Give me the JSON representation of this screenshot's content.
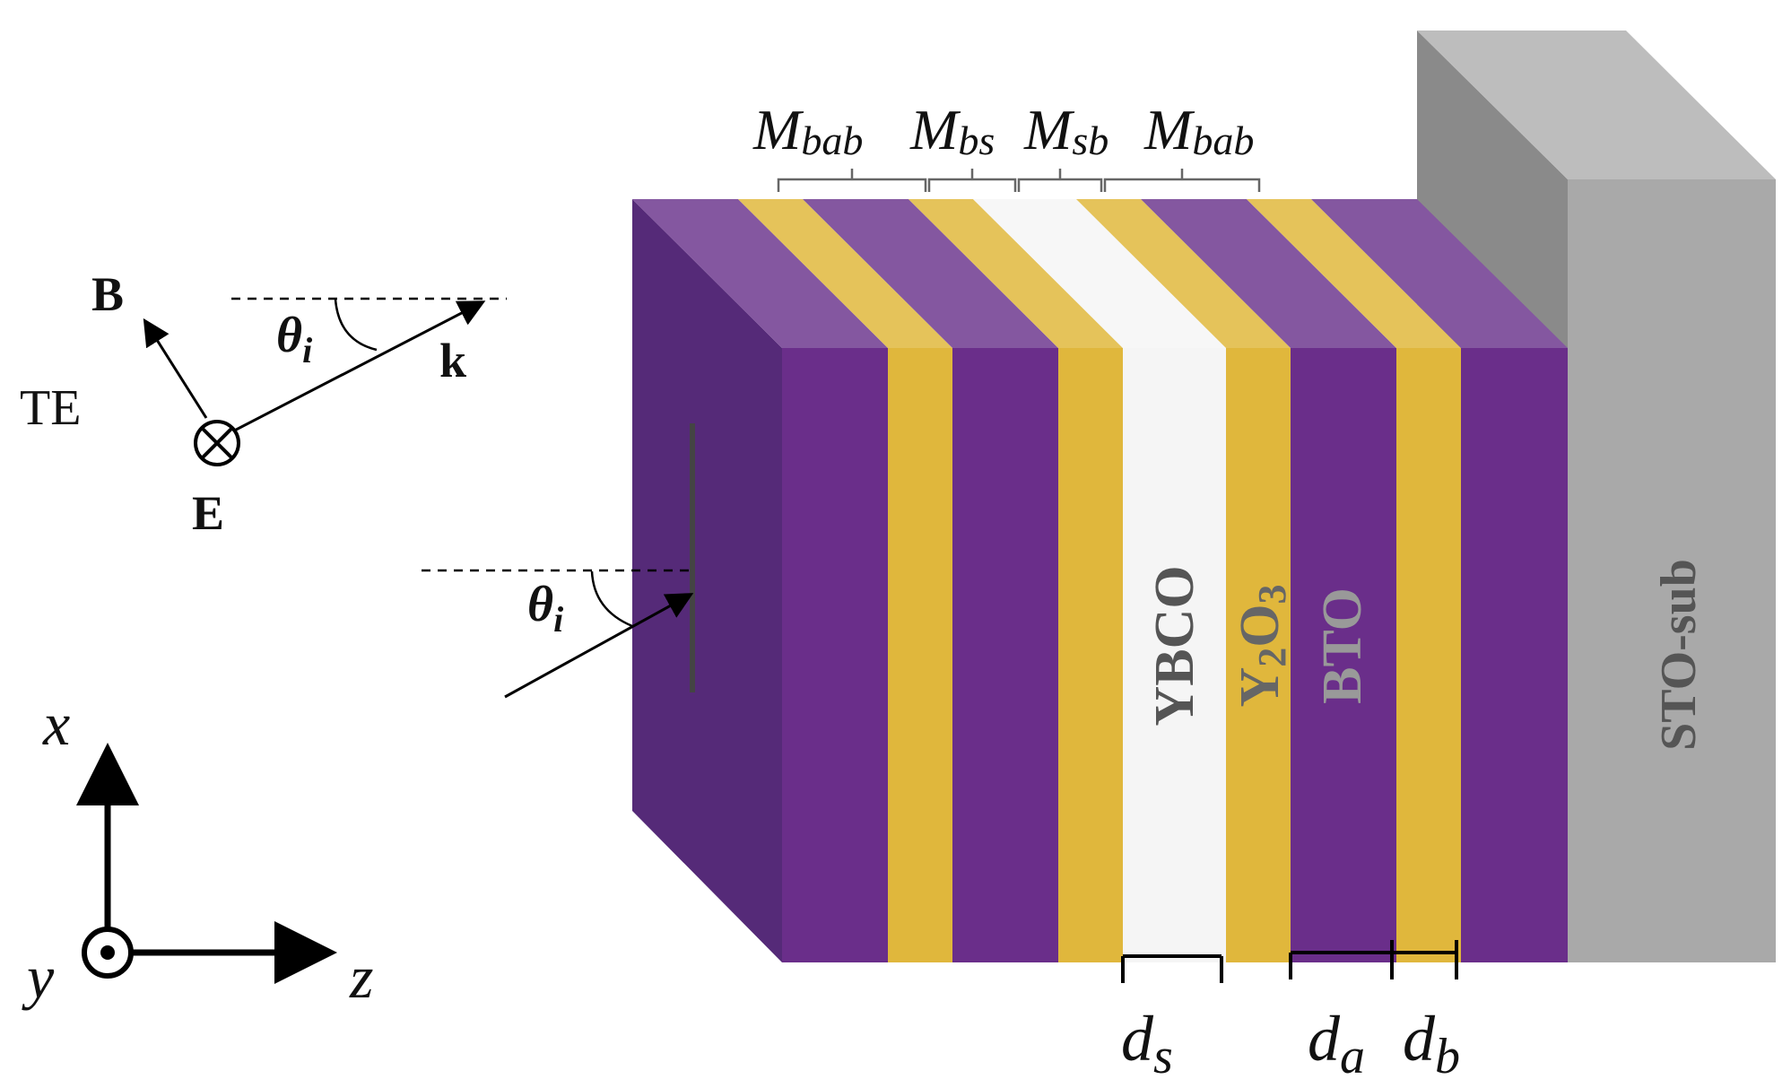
{
  "polarization": {
    "mode": "TE",
    "B": "B",
    "E": "E",
    "k": "k",
    "theta": "θ",
    "theta_sub": "i"
  },
  "incidence": {
    "theta": "θ",
    "theta_sub": "i"
  },
  "axes": {
    "x": "x",
    "y": "y",
    "z": "z"
  },
  "blocks": [
    {
      "main": "M",
      "sub": "bab"
    },
    {
      "main": "M",
      "sub": "bs"
    },
    {
      "main": "M",
      "sub": "sb"
    },
    {
      "main": "M",
      "sub": "bab"
    }
  ],
  "layers": {
    "ybco": "YBCO",
    "y2o3_a": "Y",
    "y2o3_b": "2",
    "y2o3_c": "O",
    "y2o3_d": "3",
    "bto": "BTO",
    "substrate": "STO-sub"
  },
  "thickness": [
    {
      "main": "d",
      "sub": "s"
    },
    {
      "main": "d",
      "sub": "a"
    },
    {
      "main": "d",
      "sub": "b"
    }
  ],
  "colors": {
    "bto_front": "#6a2e8a",
    "bto_top": "#8457a0",
    "bto_side": "#552a78",
    "y2o3_front": "#e0b73c",
    "y2o3_top": "#e5c35a",
    "ybco": "#f5f5f5",
    "substrate_front": "#a9a9a9",
    "substrate_side": "#8a8a8a",
    "substrate_top": "#bdbdbd"
  }
}
